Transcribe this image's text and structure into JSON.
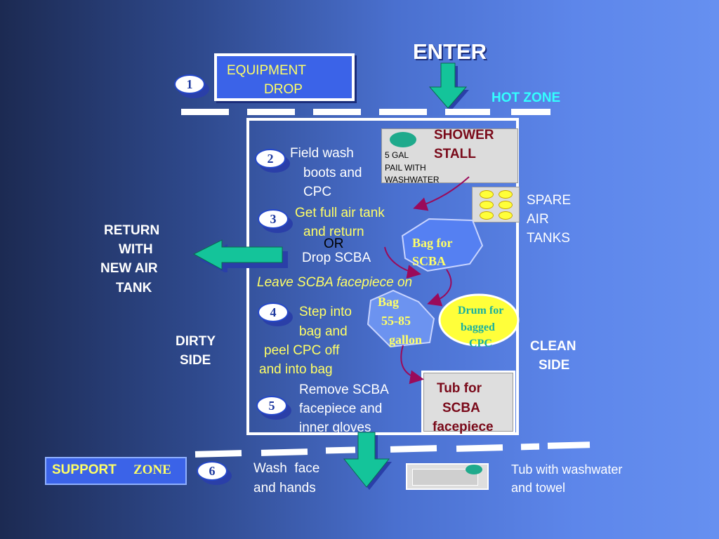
{
  "header": {
    "enter_label": "ENTER",
    "hot_zone_label": "HOT ZONE"
  },
  "equipment_drop": {
    "line1": "EQUIPMENT",
    "line2": "DROP"
  },
  "steps": [
    {
      "number": "1"
    },
    {
      "number": "2",
      "lines": [
        "Field wash",
        "boots and",
        "CPC"
      ]
    },
    {
      "number": "3",
      "lines": [
        "Get full air tank",
        "and return"
      ],
      "or_label": "OR",
      "alt": "Drop SCBA"
    },
    {
      "number": "4",
      "lines": [
        "Step into",
        "bag and",
        "peel CPC off",
        "and into bag"
      ]
    },
    {
      "number": "5",
      "lines": [
        "Remove SCBA",
        "facepiece and",
        "inner gloves"
      ]
    },
    {
      "number": "6",
      "lines": [
        "Wash  face",
        "and hands"
      ]
    }
  ],
  "leave_facepiece": "Leave SCBA facepiece on",
  "shower": {
    "title_line1": "SHOWER",
    "title_line2": "STALL",
    "pail_lines": [
      "5 GAL",
      "PAIL  WITH",
      "WASHWATER"
    ]
  },
  "spare_tanks": {
    "lines": [
      "SPARE",
      "AIR",
      "TANKS"
    ]
  },
  "bag_scba": {
    "lines": [
      "Bag  for",
      "SCBA"
    ]
  },
  "bag_gallon": {
    "lines": [
      "Bag",
      "55-85",
      "gallon"
    ]
  },
  "drum": {
    "lines": [
      "Drum for",
      "bagged",
      "CPC"
    ]
  },
  "tub_scba": {
    "lines": [
      "Tub for",
      "SCBA",
      "facepiece"
    ]
  },
  "return_tank": {
    "lines": [
      "RETURN",
      "WITH",
      "NEW AIR",
      "TANK"
    ]
  },
  "dirty_side": {
    "lines": [
      "DIRTY",
      "SIDE"
    ]
  },
  "clean_side": {
    "lines": [
      "CLEAN",
      "SIDE"
    ]
  },
  "support_zone": {
    "word1": "SUPPORT",
    "word2": "ZONE"
  },
  "tub_wash": {
    "lines": [
      "Tub with washwater",
      "and towel"
    ]
  },
  "colors": {
    "arrow_fill": "#14c49a",
    "arrow_shadow": "#2a3fa8",
    "label_yellow": "#ffff66",
    "hot_zone": "#33ffff",
    "maroon": "#7a0a1a"
  }
}
